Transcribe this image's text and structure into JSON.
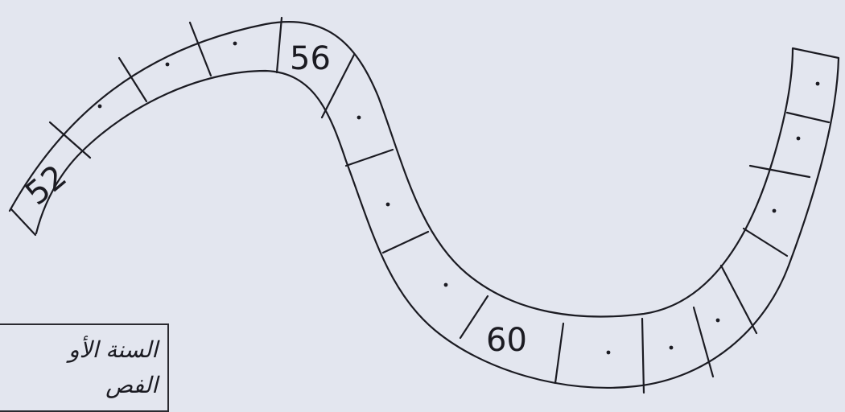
{
  "snake": {
    "labels": {
      "start": "52",
      "middle": "56",
      "lower": "60"
    },
    "dot_glyph": "."
  },
  "note": {
    "line1": "السنة الأو",
    "line2": "الفص"
  }
}
